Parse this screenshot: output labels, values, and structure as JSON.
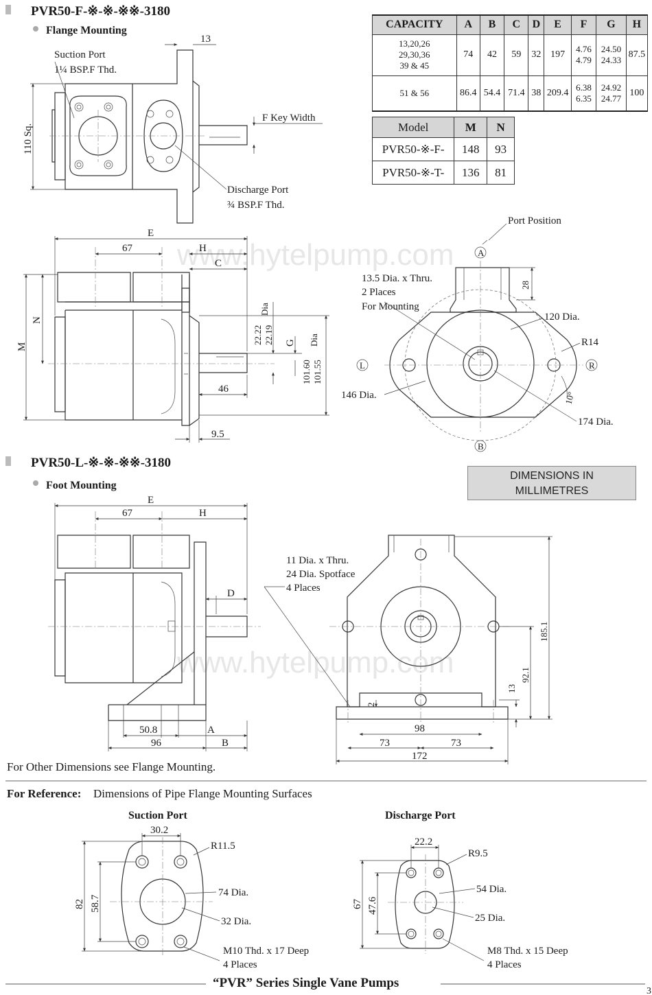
{
  "section1": {
    "title": "PVR50-F-※-※-※※-3180",
    "subtitle": "Flange Mounting"
  },
  "section2": {
    "title": "PVR50-L-※-※-※※-3180",
    "subtitle": "Foot Mounting"
  },
  "flange_top": {
    "suction_label": "Suction Port",
    "suction_thread": "1¼ BSP.F Thd.",
    "discharge_label": "Discharge Port",
    "discharge_thread": "¾ BSP.F Thd.",
    "key_label": "F Key Width",
    "dim_13": "13",
    "dim_110": "110 Sq."
  },
  "flange_side": {
    "E": "E",
    "dim_67": "67",
    "H": "H",
    "C": "C",
    "N": "N",
    "M": "M",
    "G": "G",
    "dim_46": "46",
    "dim_95": "9.5",
    "shaft_dia": [
      "22.22",
      "22.19",
      "Dia"
    ],
    "pilot_dia": [
      "101.60",
      "101.55",
      "Dia"
    ]
  },
  "flange_front": {
    "port_position": "Port Position",
    "A": "A",
    "B": "B",
    "L": "L",
    "R": "R",
    "dim_28": "28",
    "holes": [
      "13.5 Dia. x Thru.",
      "2 Places",
      "For Mounting"
    ],
    "dia_120": "120 Dia.",
    "r14": "R14",
    "dia_146": "146 Dia.",
    "dia_174": "174 Dia.",
    "ang_10": "10°"
  },
  "capacity_table": {
    "headers": [
      "CAPACITY",
      "A",
      "B",
      "C",
      "D",
      "E",
      "F",
      "G",
      "H"
    ],
    "rows": [
      {
        "capacity": [
          "13,20,26",
          "29,30,36",
          "39 & 45"
        ],
        "A": "74",
        "B": "42",
        "C": "59",
        "D": "32",
        "E": "197",
        "F": [
          "4.76",
          "4.79"
        ],
        "G": [
          "24.50",
          "24.33"
        ],
        "H": "87.5"
      },
      {
        "capacity": [
          "51 & 56"
        ],
        "A": "86.4",
        "B": "54.4",
        "C": "71.4",
        "D": "38",
        "E": "209.4",
        "F": [
          "6.38",
          "6.35"
        ],
        "G": [
          "24.92",
          "24.77"
        ],
        "H": "100"
      }
    ]
  },
  "model_table": {
    "headers": [
      "Model",
      "M",
      "N"
    ],
    "rows": [
      {
        "model": "PVR50-※-F-",
        "M": "148",
        "N": "93"
      },
      {
        "model": "PVR50-※-T-",
        "M": "136",
        "N": "81"
      }
    ]
  },
  "units_box": [
    "DIMENSIONS IN",
    "MILLIMETRES"
  ],
  "foot_side": {
    "E": "E",
    "dim_67": "67",
    "H": "H",
    "D": "D",
    "dim_508": "50.8",
    "A": "A",
    "dim_96": "96",
    "B": "B"
  },
  "foot_front": {
    "holes": [
      "11 Dia. x Thru.",
      "24 Dia. Spotface",
      "4 Places"
    ],
    "dim_1851": "185.1",
    "dim_921": "92.1",
    "dim_13": "13",
    "dim_2": "2",
    "dim_98": "98",
    "dim_73a": "73",
    "dim_73b": "73",
    "dim_172": "172"
  },
  "other_dims_note": "For Other Dimensions see Flange Mounting.",
  "reference": {
    "bold": "For Reference:",
    "text": "Dimensions of Pipe Flange Mounting Surfaces"
  },
  "suction_port": {
    "title": "Suction Port",
    "dim_302": "30.2",
    "r": "R11.5",
    "dia74": "74 Dia.",
    "dia32": "32 Dia.",
    "dim_82": "82",
    "dim_587": "58.7",
    "thread": [
      "M10 Thd. x 17 Deep",
      "4 Places"
    ]
  },
  "discharge_port": {
    "title": "Discharge Port",
    "dim_222": "22.2",
    "r": "R9.5",
    "dia54": "54 Dia.",
    "dia25": "25 Dia.",
    "dim_67": "67",
    "dim_476": "47.6",
    "thread": [
      "M8 Thd. x 15 Deep",
      "4 Places"
    ]
  },
  "footer": {
    "title": "“PVR” Series Single Vane Pumps",
    "page": "3"
  },
  "watermark": "www.hytelpump.com"
}
